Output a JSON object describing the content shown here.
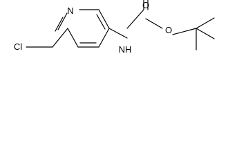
{
  "diagram": {
    "type": "chemical-structure",
    "colors": {
      "bond": "#000000",
      "label": "#000000",
      "background": "#ffffff"
    },
    "atom_labels": {
      "n_ring": "N",
      "cl": "Cl",
      "nh": "NH",
      "o_carbonyl": "O",
      "o_ester": "O"
    }
  }
}
